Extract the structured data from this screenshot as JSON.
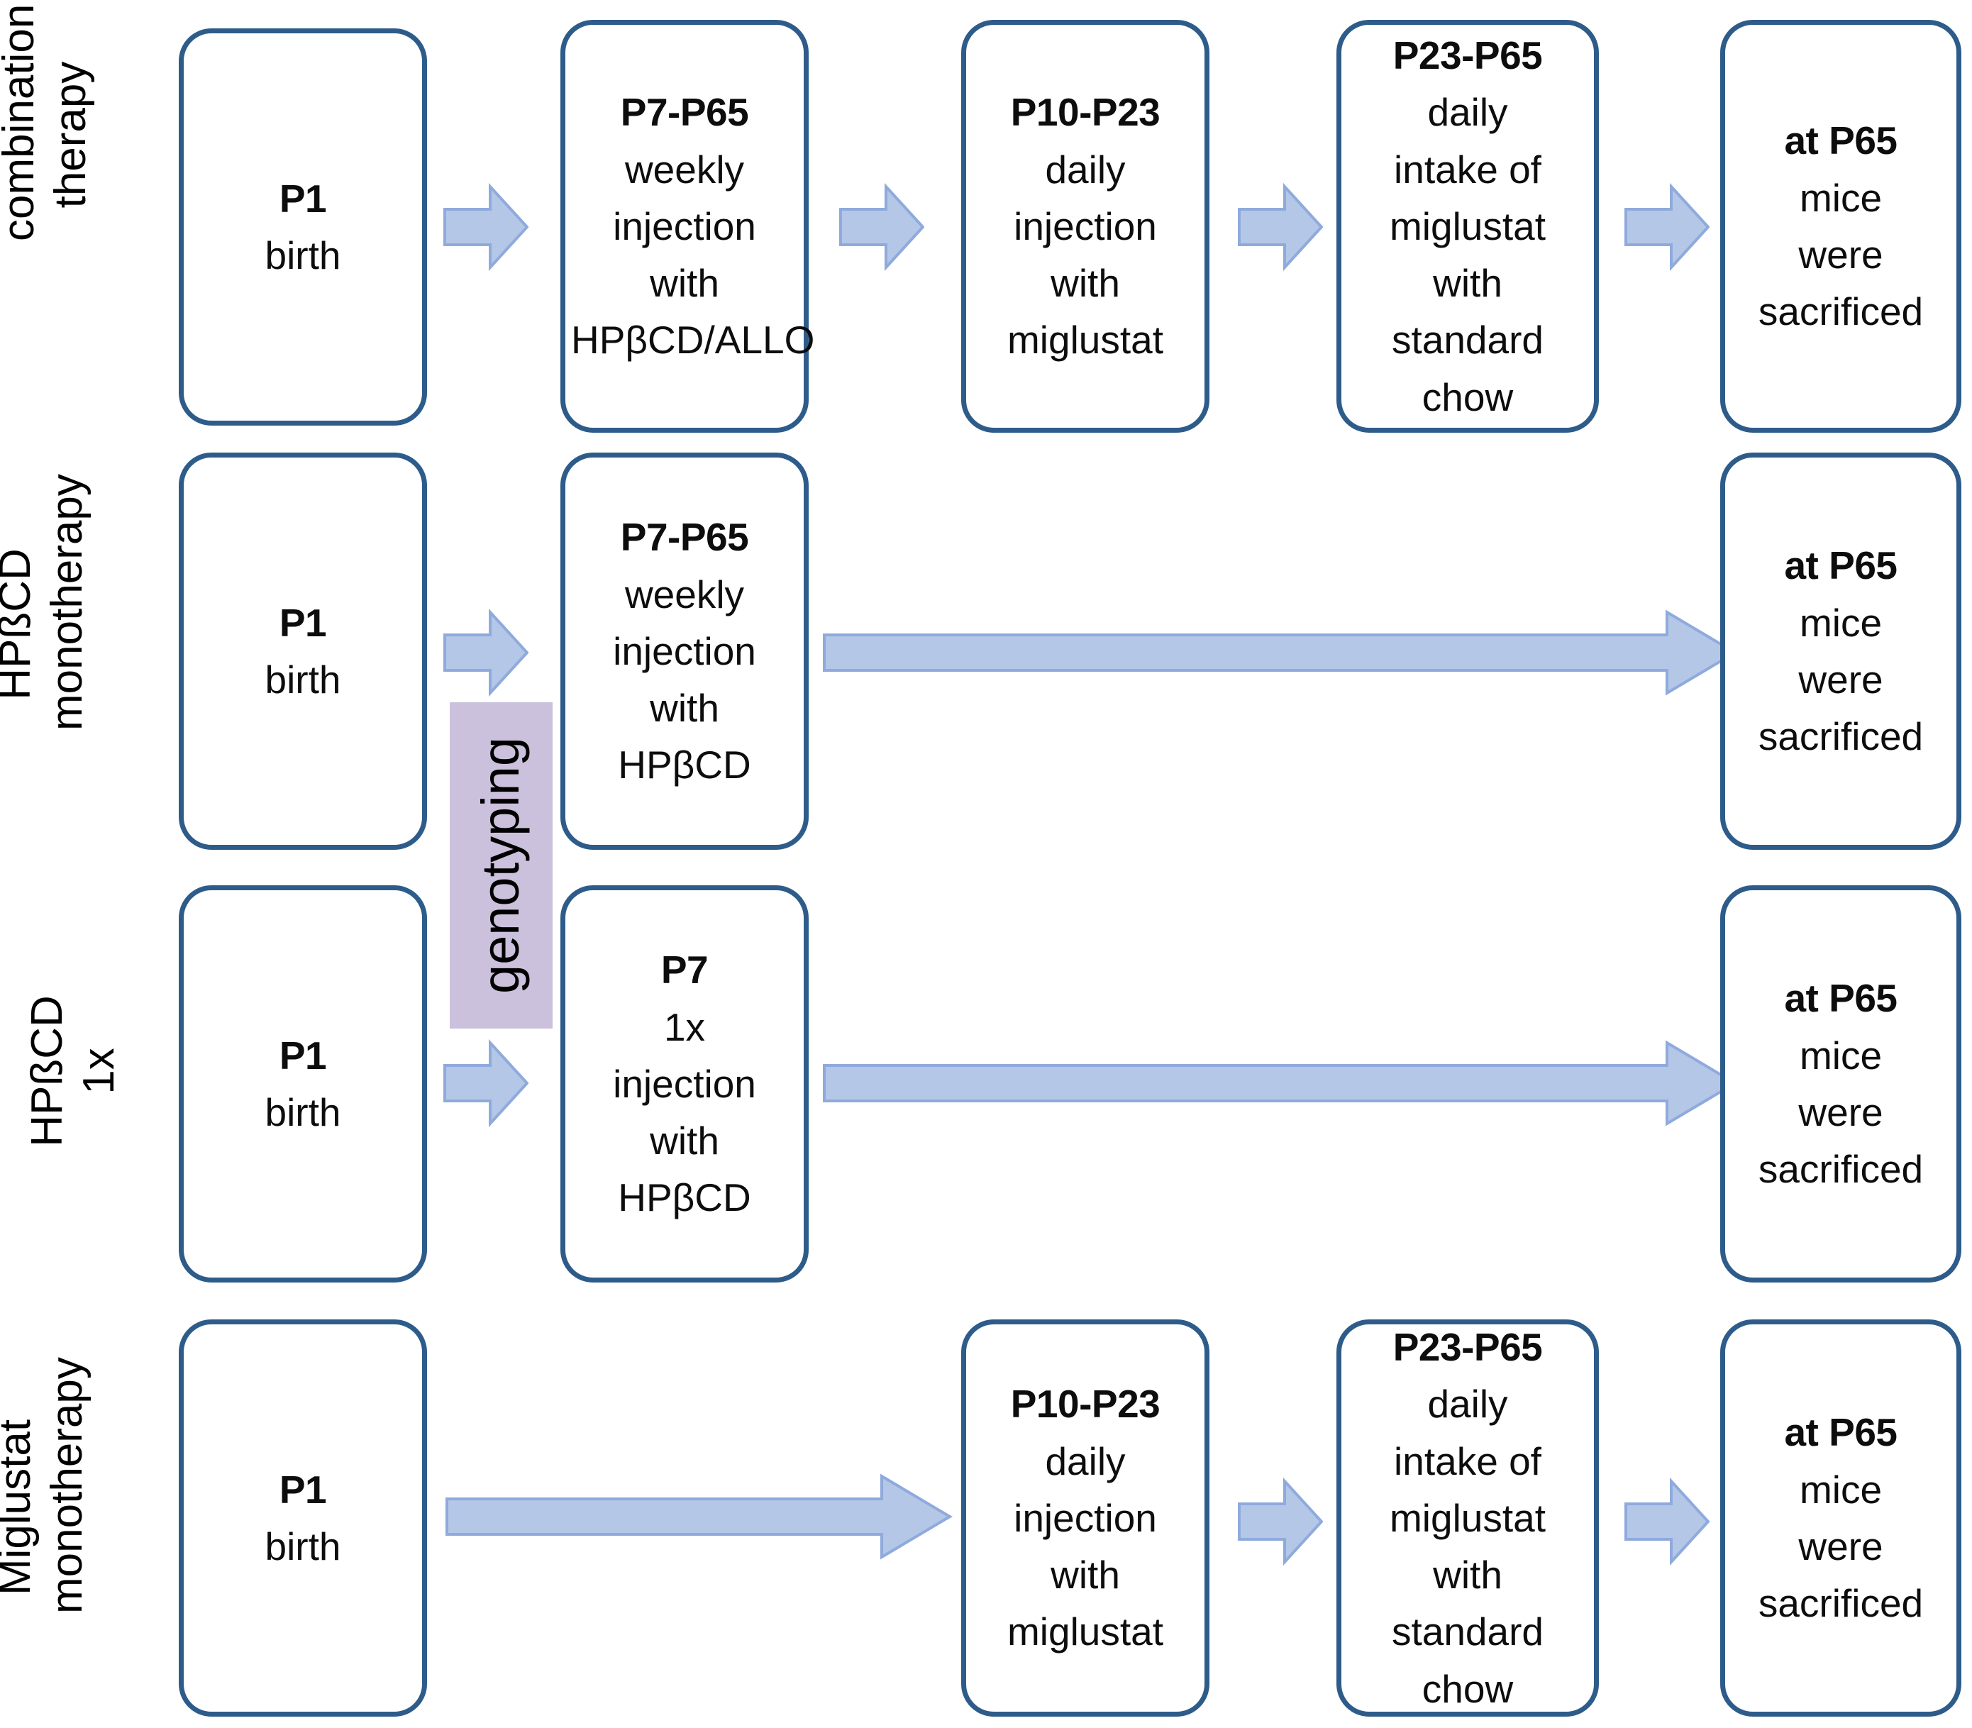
{
  "diagram": {
    "title": "Experimental timeline of treatment groups",
    "colors": {
      "box_border": "#2e5c8a",
      "box_fill": "#ffffff",
      "arrow_fill": "#b4c7e7",
      "arrow_border": "#8faadc",
      "genotyping_fill": "#cbc1dc",
      "text": "#0d0d0d",
      "background": "#ffffff"
    },
    "genotyping_label": "genotyping",
    "rows": [
      {
        "id": "combination-therapy",
        "label_lines": [
          "combination",
          "therapy"
        ],
        "steps": [
          {
            "id": "birth",
            "lines": [
              {
                "text": "P1",
                "bold": true
              },
              {
                "text": "birth",
                "bold": false
              }
            ]
          },
          {
            "id": "weekly-injection-hpbcd-allo",
            "lines": [
              {
                "text": "P7-P65",
                "bold": true
              },
              {
                "text": "weekly",
                "bold": false
              },
              {
                "text": "injection",
                "bold": false
              },
              {
                "text": "with",
                "bold": false
              },
              {
                "text": "HPβCD/ALLO",
                "bold": false
              }
            ]
          },
          {
            "id": "daily-injection-miglustat",
            "lines": [
              {
                "text": "P10-P23",
                "bold": true
              },
              {
                "text": "daily",
                "bold": false
              },
              {
                "text": "injection",
                "bold": false
              },
              {
                "text": "with",
                "bold": false
              },
              {
                "text": "miglustat",
                "bold": false
              }
            ]
          },
          {
            "id": "daily-intake-miglustat-chow",
            "lines": [
              {
                "text": "P23-P65",
                "bold": true
              },
              {
                "text": "daily",
                "bold": false
              },
              {
                "text": "intake of",
                "bold": false
              },
              {
                "text": "miglustat",
                "bold": false
              },
              {
                "text": "with",
                "bold": false
              },
              {
                "text": "standard",
                "bold": false
              },
              {
                "text": "chow",
                "bold": false
              }
            ]
          },
          {
            "id": "sacrificed",
            "lines": [
              {
                "text": "at P65",
                "bold": true
              },
              {
                "text": "mice",
                "bold": false
              },
              {
                "text": "were",
                "bold": false
              },
              {
                "text": "sacrificed",
                "bold": false
              }
            ]
          }
        ]
      },
      {
        "id": "hpbcd-monotherapy",
        "label_lines": [
          "HPßCD",
          "monotherapy"
        ],
        "steps": [
          {
            "id": "birth",
            "lines": [
              {
                "text": "P1",
                "bold": true
              },
              {
                "text": "birth",
                "bold": false
              }
            ]
          },
          {
            "id": "weekly-injection-hpbcd",
            "lines": [
              {
                "text": "P7-P65",
                "bold": true
              },
              {
                "text": "weekly",
                "bold": false
              },
              {
                "text": "injection",
                "bold": false
              },
              {
                "text": "with",
                "bold": false
              },
              {
                "text": "HPβCD",
                "bold": false
              }
            ]
          },
          {
            "id": "sacrificed",
            "lines": [
              {
                "text": "at P65",
                "bold": true
              },
              {
                "text": "mice",
                "bold": false
              },
              {
                "text": "were",
                "bold": false
              },
              {
                "text": "sacrificed",
                "bold": false
              }
            ]
          }
        ]
      },
      {
        "id": "hpbcd-1x",
        "label_lines": [
          "HPßCD",
          "1x"
        ],
        "steps": [
          {
            "id": "birth",
            "lines": [
              {
                "text": "P1",
                "bold": true
              },
              {
                "text": "birth",
                "bold": false
              }
            ]
          },
          {
            "id": "single-injection-hpbcd",
            "lines": [
              {
                "text": "P7",
                "bold": true
              },
              {
                "text": "1x",
                "bold": false
              },
              {
                "text": "injection",
                "bold": false
              },
              {
                "text": "with",
                "bold": false
              },
              {
                "text": "HPβCD",
                "bold": false
              }
            ]
          },
          {
            "id": "sacrificed",
            "lines": [
              {
                "text": "at P65",
                "bold": true
              },
              {
                "text": "mice",
                "bold": false
              },
              {
                "text": "were",
                "bold": false
              },
              {
                "text": "sacrificed",
                "bold": false
              }
            ]
          }
        ]
      },
      {
        "id": "miglustat-monotherapy",
        "label_lines": [
          "Miglustat",
          "monotherapy"
        ],
        "steps": [
          {
            "id": "birth",
            "lines": [
              {
                "text": "P1",
                "bold": true
              },
              {
                "text": "birth",
                "bold": false
              }
            ]
          },
          {
            "id": "daily-injection-miglustat",
            "lines": [
              {
                "text": "P10-P23",
                "bold": true
              },
              {
                "text": "daily",
                "bold": false
              },
              {
                "text": "injection",
                "bold": false
              },
              {
                "text": "with",
                "bold": false
              },
              {
                "text": "miglustat",
                "bold": false
              }
            ]
          },
          {
            "id": "daily-intake-miglustat-chow",
            "lines": [
              {
                "text": "P23-P65",
                "bold": true
              },
              {
                "text": "daily",
                "bold": false
              },
              {
                "text": "intake of",
                "bold": false
              },
              {
                "text": "miglustat",
                "bold": false
              },
              {
                "text": "with",
                "bold": false
              },
              {
                "text": "standard",
                "bold": false
              },
              {
                "text": "chow",
                "bold": false
              }
            ]
          },
          {
            "id": "sacrificed",
            "lines": [
              {
                "text": "at P65",
                "bold": true
              },
              {
                "text": "mice",
                "bold": false
              },
              {
                "text": "were",
                "bold": false
              },
              {
                "text": "sacrificed",
                "bold": false
              }
            ]
          }
        ]
      }
    ]
  }
}
